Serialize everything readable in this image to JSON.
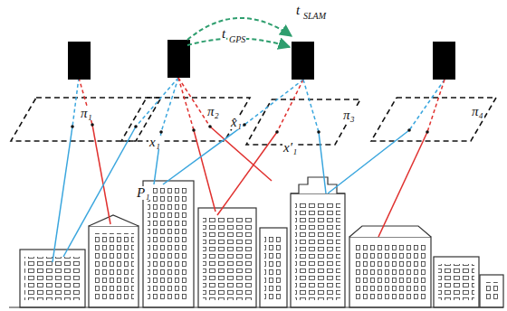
{
  "diagram": {
    "labels": [
      "t",
      "SLAM",
      "t",
      "GPS",
      "π₁",
      "π₂",
      "x₁",
      "π₃",
      "x̂₁",
      "x′₁",
      "π₄",
      "P₁"
    ]
  }
}
